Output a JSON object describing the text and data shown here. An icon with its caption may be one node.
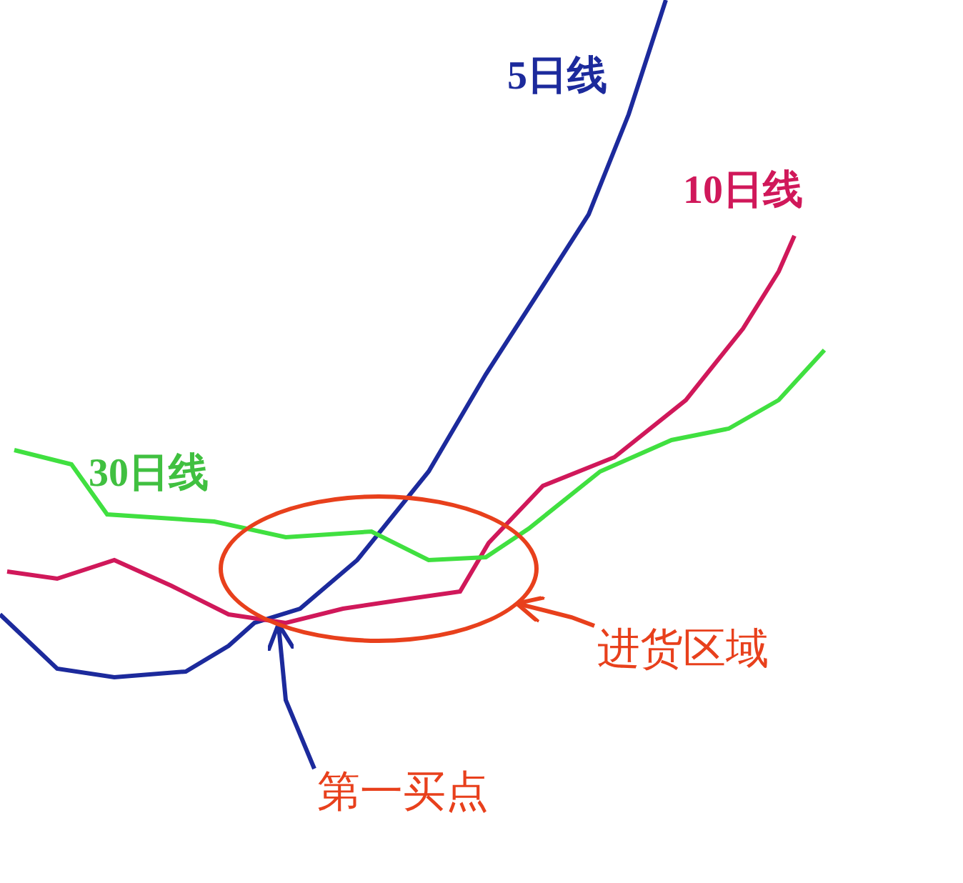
{
  "diagram": {
    "nodes": [
      {
        "text": [],
        "shape": "circle"
      },
      {
        "text": [
          "进货区域"
        ]
      },
      {
        "text": [
          "第一买点"
        ]
      }
    ],
    "edges": [
      {
        "from": 1,
        "to": 0,
        "arrow": "to",
        "color": "#e8401c"
      },
      {
        "from": 2,
        "to": 0,
        "arrow": "to",
        "color": "#1c2a9c"
      }
    ],
    "labels": [
      "5日线",
      "10日线",
      "30日线"
    ]
  }
}
